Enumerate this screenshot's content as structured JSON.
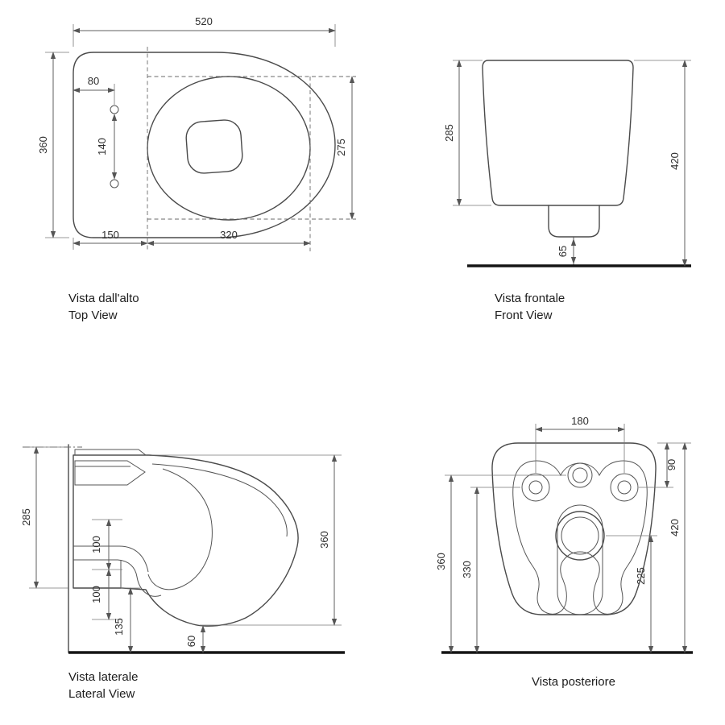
{
  "page": {
    "background": "#ffffff",
    "line_color": "#4a4a4a",
    "dim_color": "#2e2e2e"
  },
  "views": {
    "top": {
      "title_it": "Vista dall'alto",
      "title_en": "Top View",
      "dims": {
        "overall_width": "520",
        "overall_depth": "360",
        "hole_edge_offset": "80",
        "hole_spacing": "140",
        "bowl_depth": "275",
        "front_offset": "150",
        "bowl_width": "320"
      }
    },
    "front": {
      "title_it": "Vista frontale",
      "title_en": "Front View",
      "dims": {
        "body_height": "285",
        "total_height": "420",
        "outlet_clearance": "65"
      }
    },
    "lateral": {
      "title_it": "Vista laterale",
      "title_en": "Lateral View",
      "dims": {
        "body_height": "285",
        "inlet_spacing": "100",
        "outlet_spacing": "100",
        "rear_clearance": "135",
        "bottom_clearance": "60",
        "overall_height": "360"
      }
    },
    "posterior": {
      "title_it": "Vista posteriore",
      "dims": {
        "bolt_spacing": "180",
        "bolt_top_offset": "90",
        "total_height": "420",
        "inlet_height": "360",
        "bolt_height": "330",
        "outlet_height": "225"
      }
    }
  }
}
